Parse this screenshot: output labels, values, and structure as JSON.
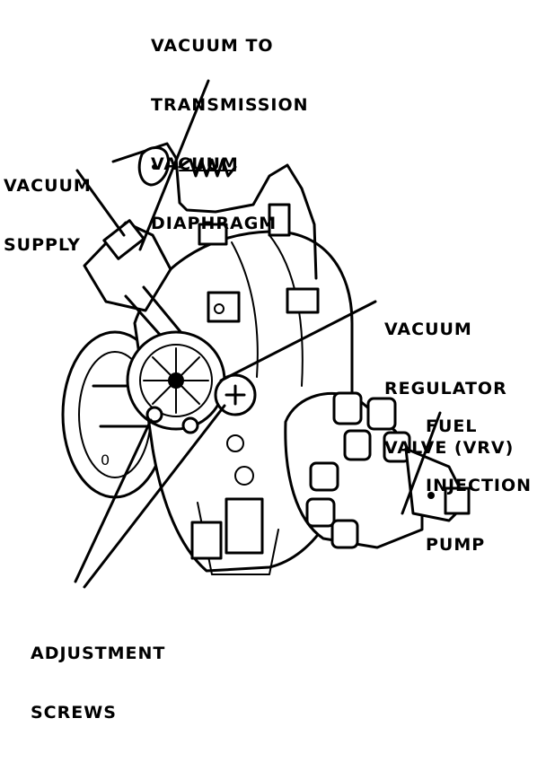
{
  "labels": {
    "vacuum_to_transmission": [
      "VACUUM TO",
      "TRANSMISSION",
      "VACUUM",
      "DIAPHRAGM"
    ],
    "vacuum_supply": [
      "VACUUM",
      "SUPPLY"
    ],
    "vacuum_regulator_valve": [
      "VACUUM",
      "REGULATOR",
      "VALVE (VRV)"
    ],
    "fuel_injection_pump": [
      "FUEL",
      "INJECTION",
      "PUMP"
    ],
    "adjustment_screws": [
      "ADJUSTMENT",
      "SCREWS"
    ]
  },
  "colors": {
    "ink": "#000000",
    "paper": "#ffffff"
  }
}
